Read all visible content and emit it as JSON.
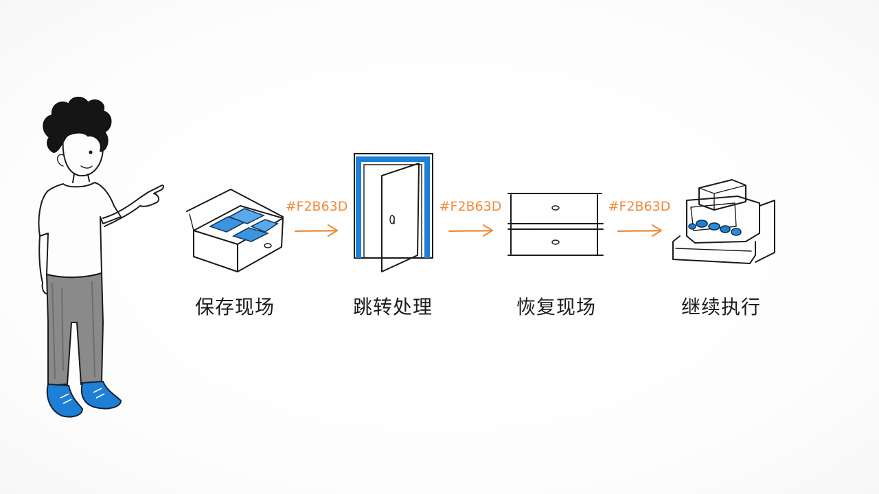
{
  "accent_color": "#F2B63D",
  "arrow_color": "#ee8a3a",
  "blue_color": "#1e7fd6",
  "steps": [
    {
      "label": "保存现场",
      "icon": "open-box-icon"
    },
    {
      "label": "跳转处理",
      "icon": "door-icon"
    },
    {
      "label": "恢复现场",
      "icon": "drawer-icon"
    },
    {
      "label": "继续执行",
      "icon": "machine-icon"
    }
  ],
  "arrows": [
    {
      "label": "#F2B63D"
    },
    {
      "label": "#F2B63D"
    },
    {
      "label": "#F2B63D"
    }
  ]
}
